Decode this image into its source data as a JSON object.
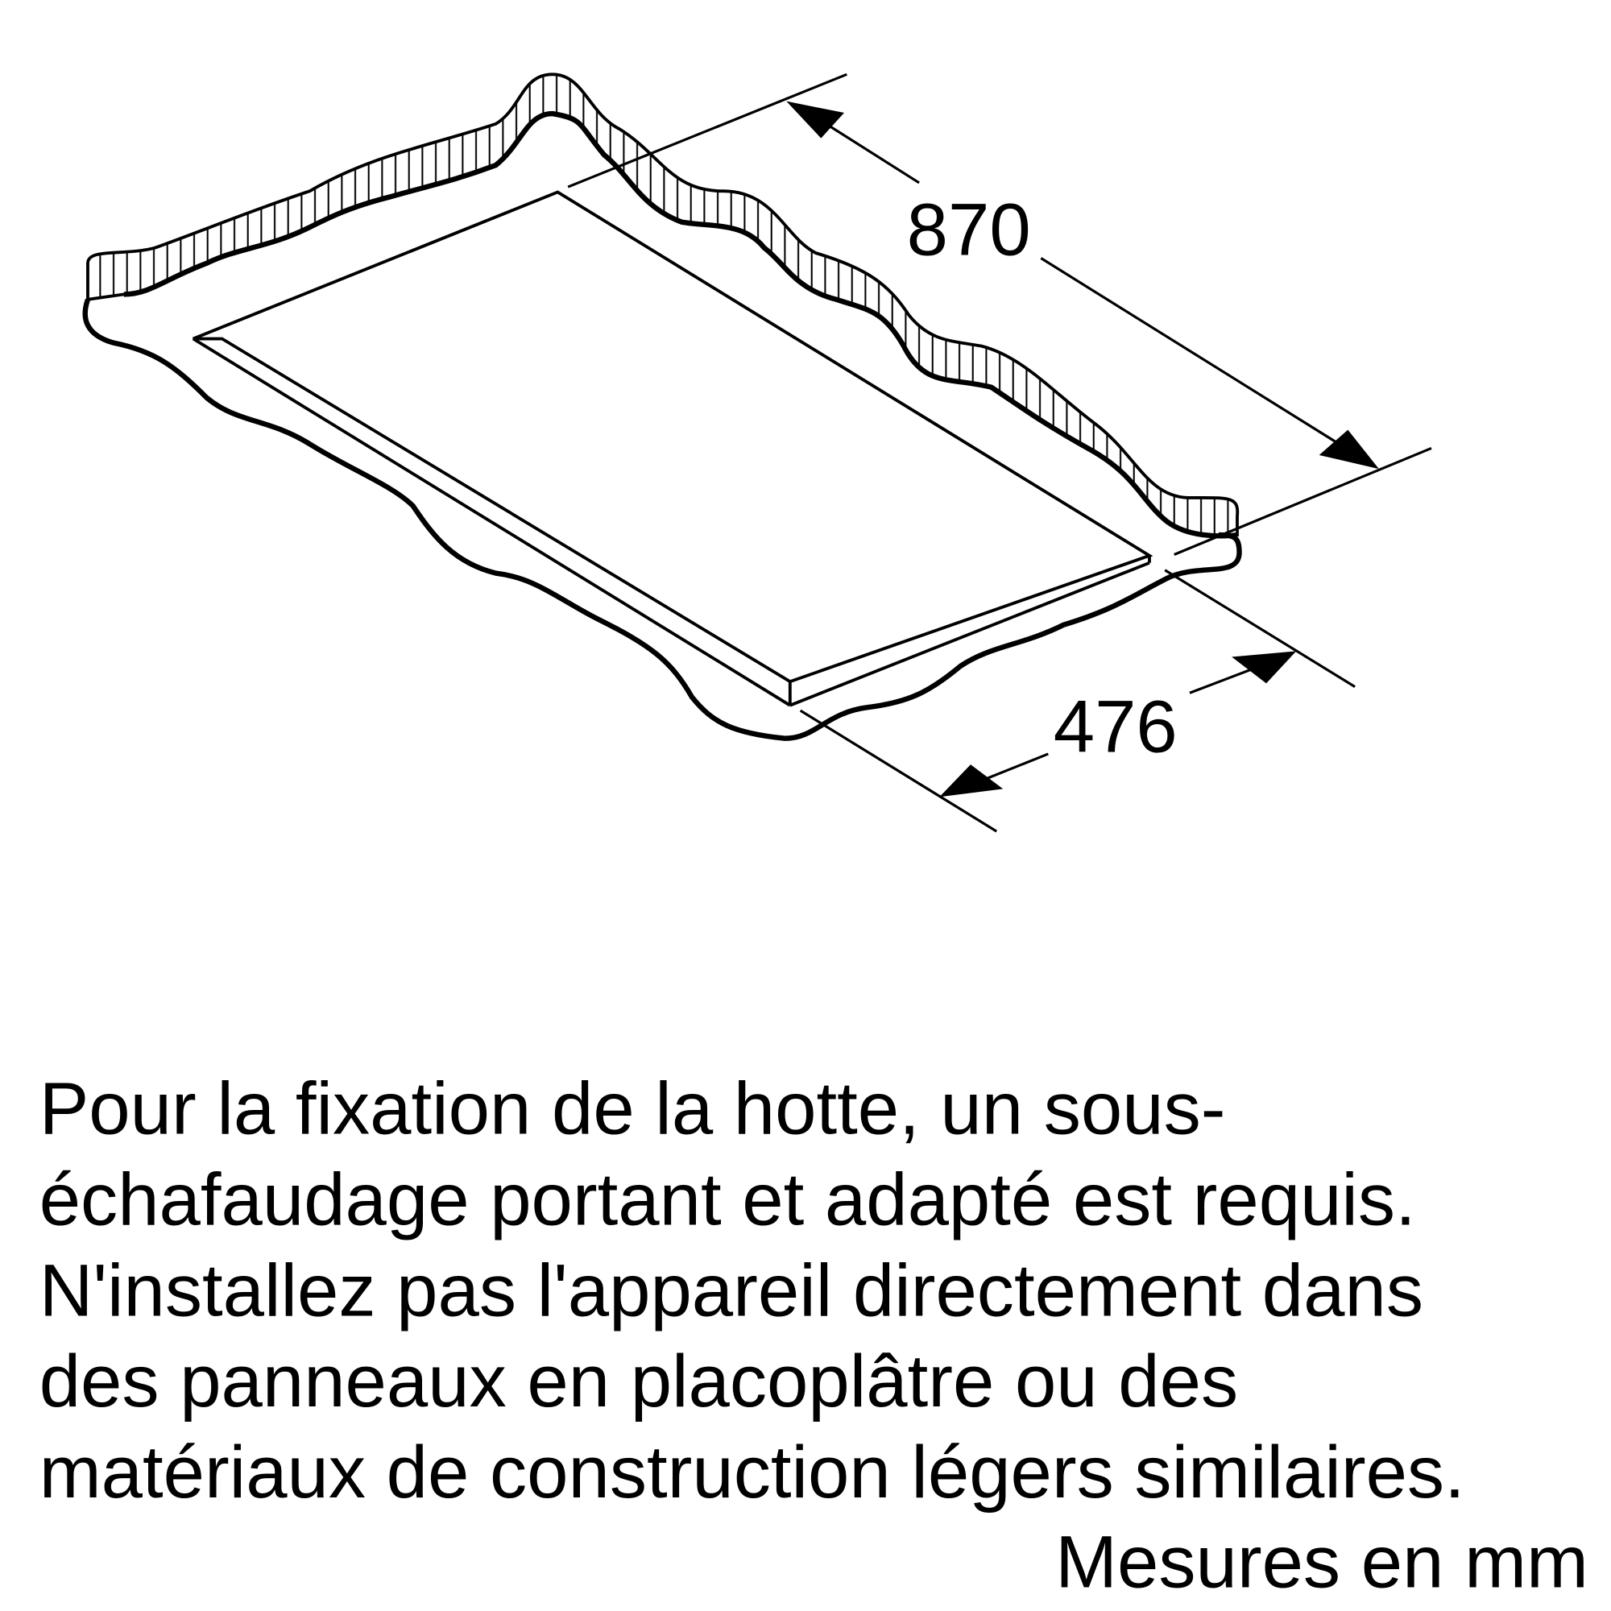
{
  "diagram": {
    "dimension_length": "870",
    "dimension_depth": "476"
  },
  "note": {
    "lines": [
      "Pour la fixation de la hotte, un sous-",
      "échafaudage portant et adapté est requis.",
      "N'installez pas l'appareil directement dans",
      "des panneaux en placoplâtre ou des",
      "matériaux de construction légers similaires."
    ]
  },
  "units": "Mesures en mm"
}
